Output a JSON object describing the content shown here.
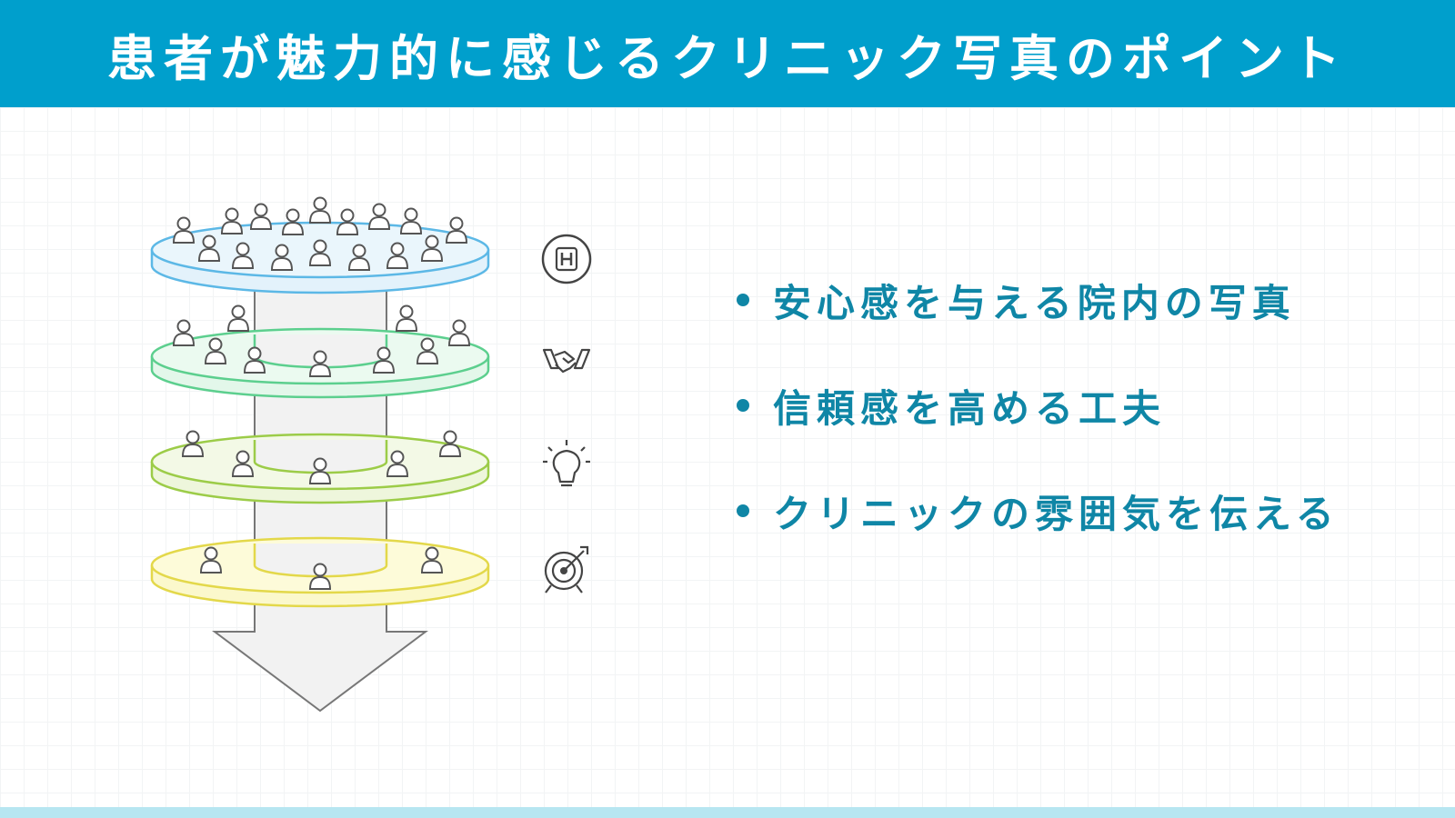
{
  "header": {
    "title": "患者が魅力的に感じるクリニック写真のポイント"
  },
  "points": [
    {
      "text": "安心感を与える院内の写真"
    },
    {
      "text": "信頼感を高める工夫"
    },
    {
      "text": "クリニックの雰囲気を伝える"
    }
  ],
  "icons": [
    "hospital-icon",
    "handshake-icon",
    "lightbulb-icon",
    "target-icon"
  ],
  "colors": {
    "header_bg": "#009fcc",
    "header_text": "#ffffff",
    "accent_text": "#0f86a6",
    "layer_blue": "#5cb8e6",
    "layer_green": "#5ccf8e",
    "layer_lime": "#9ccc48",
    "layer_yellow": "#e3d84a",
    "footer_bar": "#b7e6f1"
  }
}
